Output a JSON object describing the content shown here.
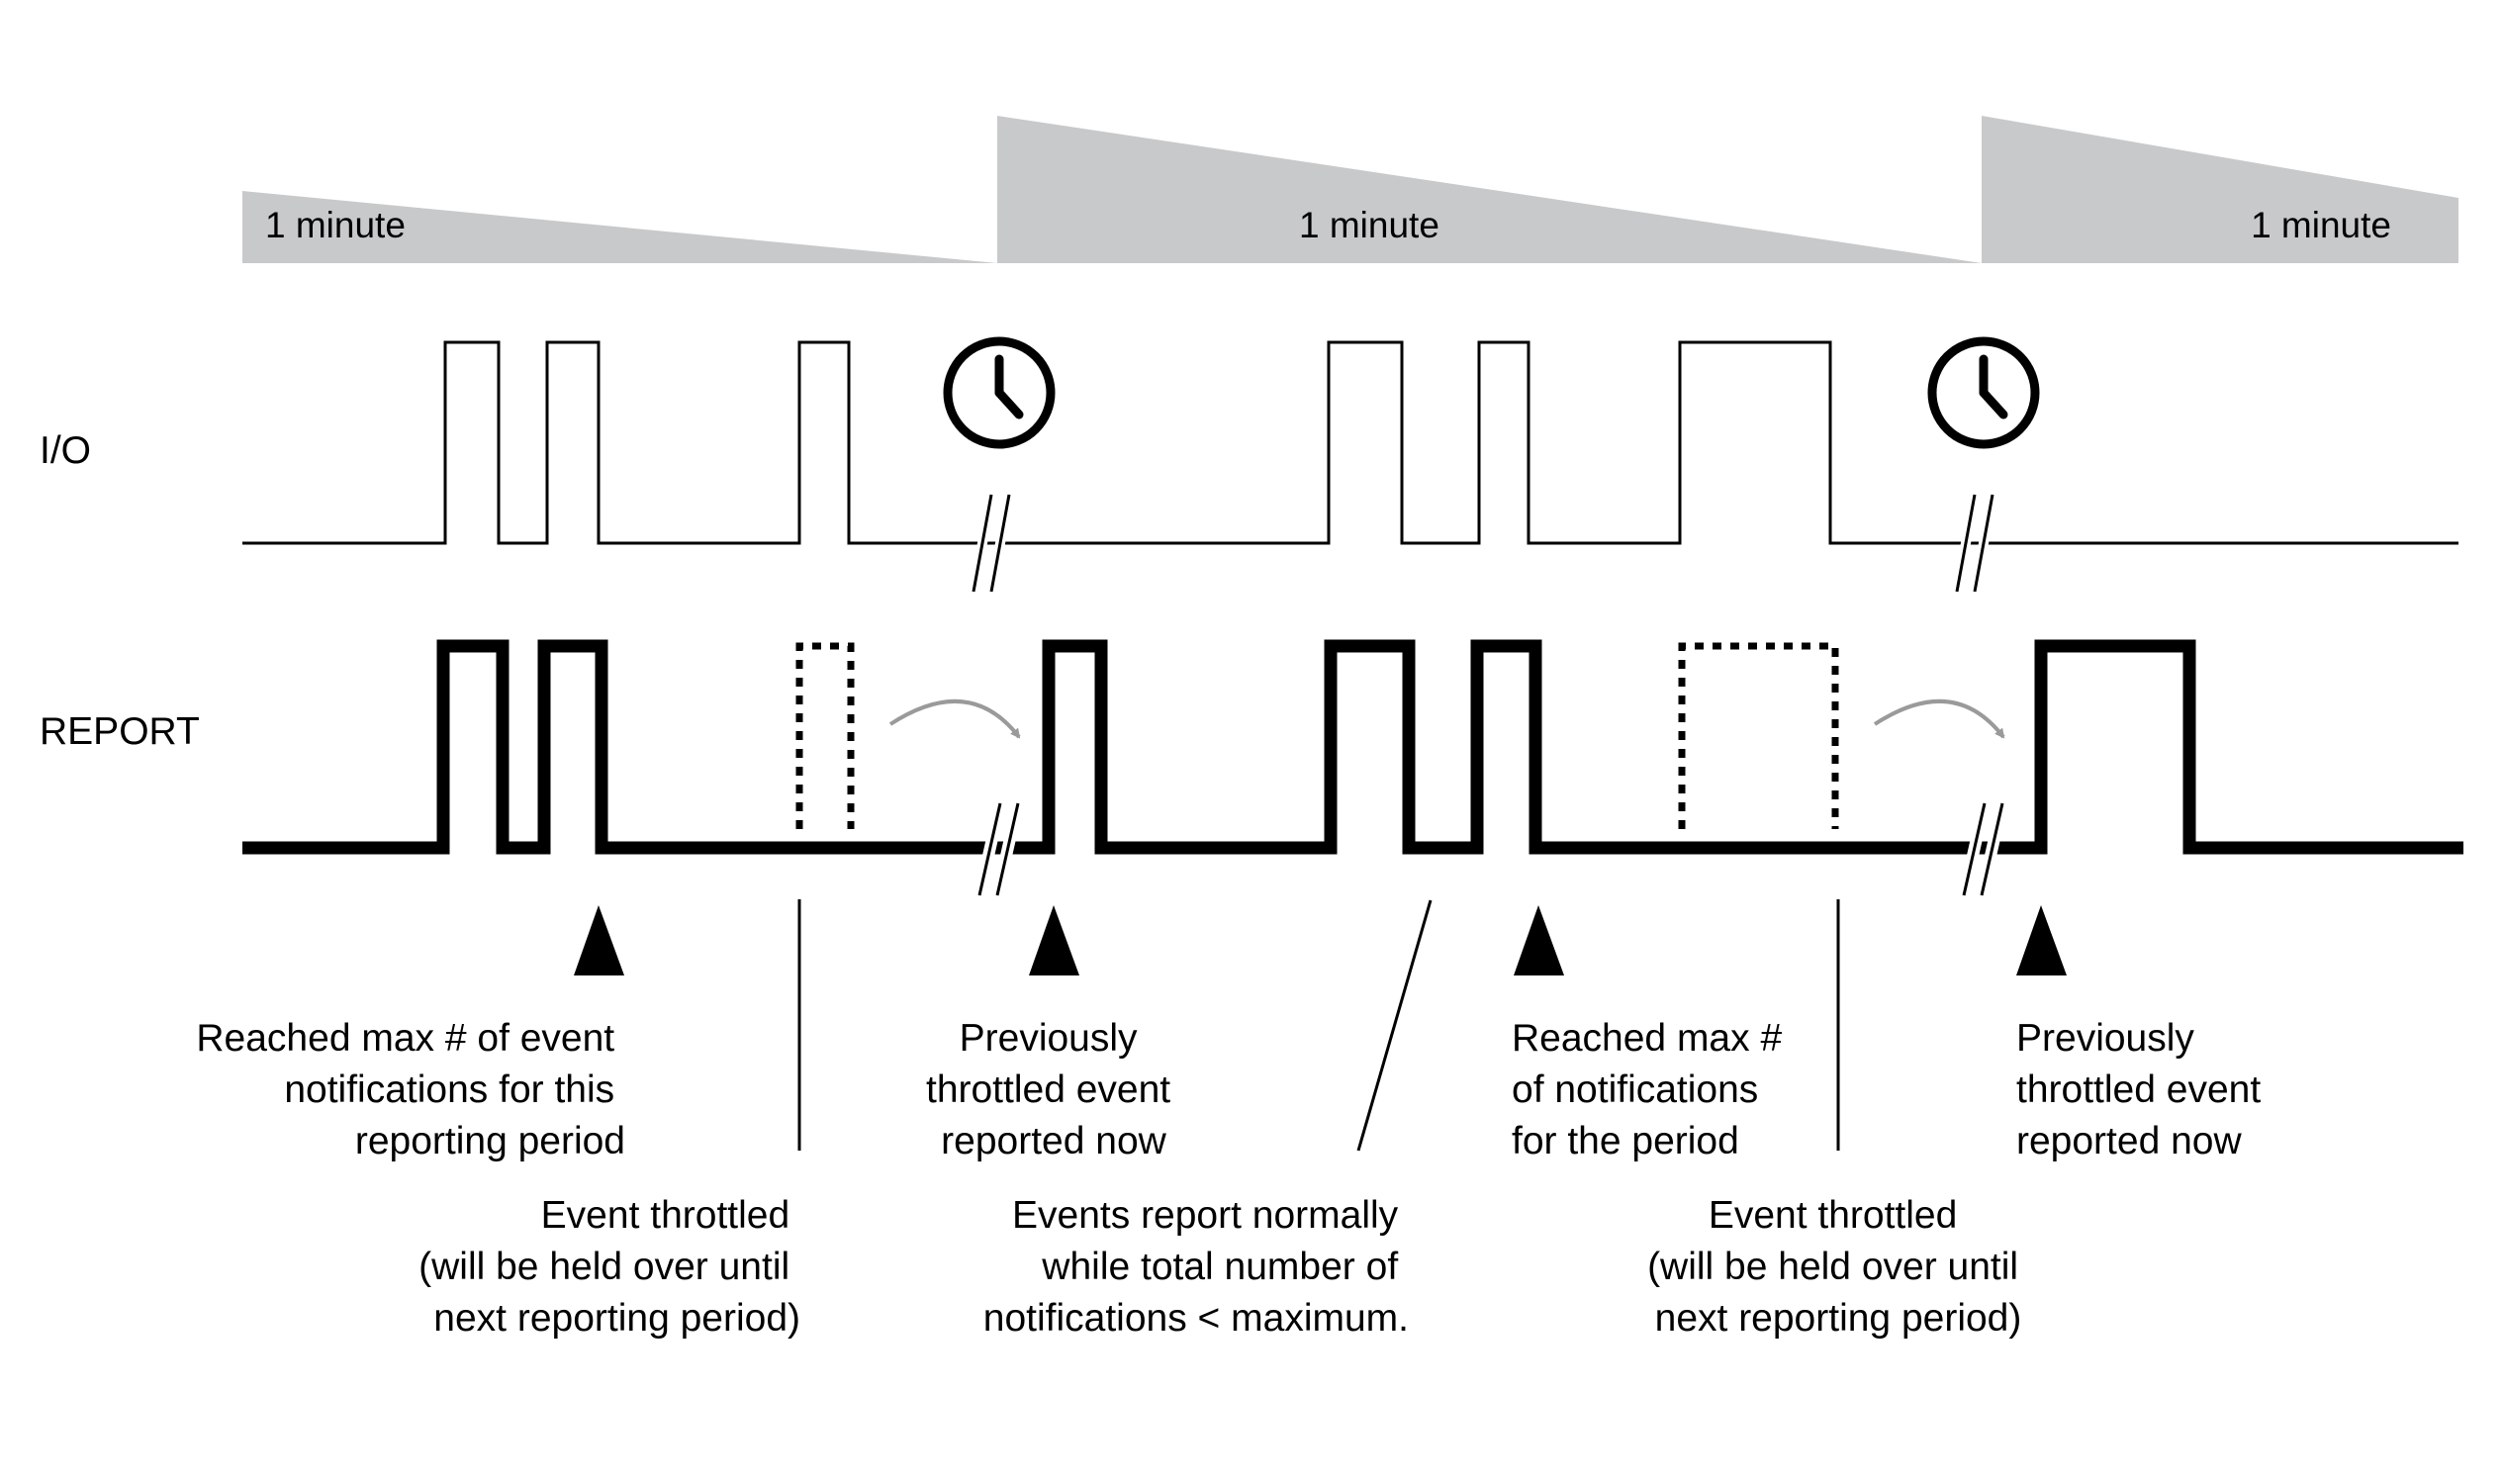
{
  "periods": [
    {
      "label": "1 minute"
    },
    {
      "label": "1 minute"
    },
    {
      "label": "1 minute"
    }
  ],
  "rows": {
    "io_label": "I/O",
    "report_label": "REPORT"
  },
  "annotations": {
    "max_reached_1": [
      "Reached max # of event",
      "notifications for this",
      "reporting period"
    ],
    "throttled_1": [
      "Event throttled",
      "(will be held over until",
      "next reporting period)"
    ],
    "previously_throttled_1": [
      "Previously",
      "throttled event",
      "reported now"
    ],
    "normal": [
      "Events report normally",
      "while total number of",
      "notifications < maximum."
    ],
    "max_reached_2": [
      "Reached max #",
      "of notifications",
      "for the period"
    ],
    "throttled_2": [
      "Event throttled",
      "(will be held over until",
      "next reporting period)"
    ],
    "previously_throttled_2": [
      "Previously",
      "throttled event",
      "reported now"
    ]
  },
  "colors": {
    "period_wedge": "#c8c9cb",
    "line": "#000000",
    "carry_arrow": "#9a9a9a"
  }
}
